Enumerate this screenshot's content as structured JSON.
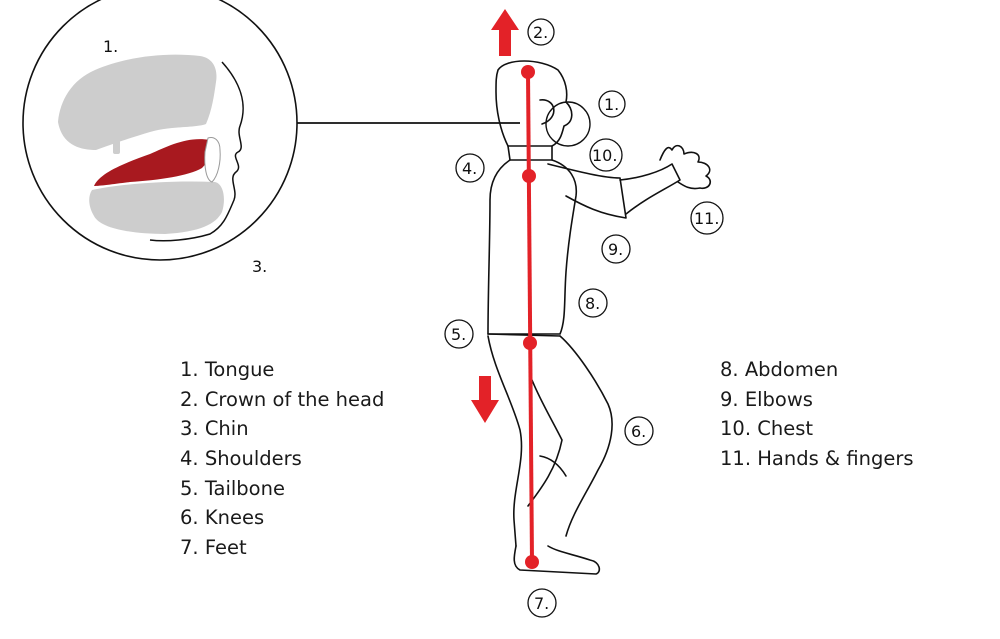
{
  "legend": {
    "left": [
      {
        "number": "1.",
        "label": "Tongue"
      },
      {
        "number": "2.",
        "label": "Crown of the head"
      },
      {
        "number": "3.",
        "label": "Chin"
      },
      {
        "number": "4.",
        "label": "Shoulders"
      },
      {
        "number": "5.",
        "label": "Tailbone"
      },
      {
        "number": "6.",
        "label": "Knees"
      },
      {
        "number": "7.",
        "label": "Feet"
      }
    ],
    "right": [
      {
        "number": "8.",
        "label": "Abdomen"
      },
      {
        "number": "9.",
        "label": "Elbows"
      },
      {
        "number": "10.",
        "label": "Chest"
      },
      {
        "number": "11.",
        "label": "Hands & fingers"
      }
    ]
  },
  "markers": {
    "inset_tongue": "1.",
    "inset_chin": "3.",
    "crown": "2.",
    "head_tongue": "1.",
    "chest": "10.",
    "shoulders": "4.",
    "hands": "11.",
    "elbows": "9.",
    "abdomen": "8.",
    "tailbone": "5.",
    "knees": "6.",
    "feet": "7."
  },
  "colors": {
    "alignment_line": "#e32228",
    "tongue": "#a8191f",
    "mouth_gray": "#cdcdcd",
    "outline": "#111111"
  },
  "icons": {
    "up_arrow": "arrow-up-icon",
    "down_arrow": "arrow-down-icon"
  }
}
